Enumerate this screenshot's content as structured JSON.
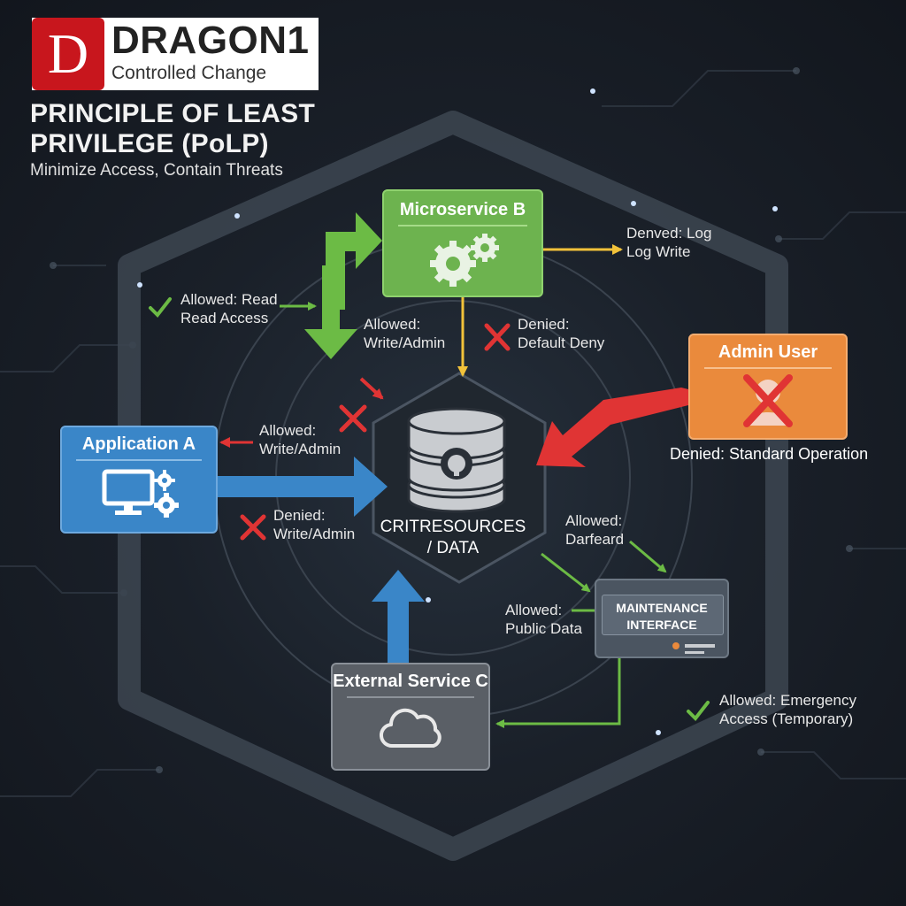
{
  "logo": {
    "badge_letter": "D",
    "brand": "DRAGON1",
    "tagline": "Controlled Change"
  },
  "header": {
    "title_line1": "PRINCIPLE OF LEAST",
    "title_line2": "PRIVILEGE (PoLP)",
    "subtitle": "Minimize Access, Contain Threats"
  },
  "center": {
    "line1": "CRITRESOURCES",
    "line2": "/ DATA"
  },
  "nodes": {
    "microservice_b": "Microservice B",
    "application_a": "Application A",
    "admin_user": "Admin User",
    "external_service_c": "External Service C",
    "maintenance_line1": "MAINTENANCE",
    "maintenance_line2": "INTERFACE"
  },
  "labels": {
    "read_line1": "Allowed: Read",
    "read_line2": "Read Access",
    "b_allowed_line1": "Allowed:",
    "b_allowed_line2": "Write/Admin",
    "b_denied_line1": "Denied:",
    "b_denied_line2": "Default Deny",
    "log_line1": "Denved: Log",
    "log_line2": "Log Write",
    "a_allowed_line1": "Allowed:",
    "a_allowed_line2": "Write/Admin",
    "a_denied_line1": "Denied:",
    "a_denied_line2": "Write/Admin",
    "admin_caption": "Denied: Standard Operation",
    "maint_allowed_line1": "Allowed:",
    "maint_allowed_line2": "Darfeard",
    "public_line1": "Allowed:",
    "public_line2": "Public Data",
    "emergency_line1": "Allowed: Emergency",
    "emergency_line2": "Access (Temporary)"
  },
  "colors": {
    "allowed": "#6cbb45",
    "denied": "#e03434",
    "log": "#f2c23a",
    "application": "#3a86c8",
    "microservice": "#6db34f",
    "admin": "#ea8a3c",
    "external": "#5a5f66"
  },
  "icons": [
    "database-icon",
    "gears-icon",
    "monitor-icon",
    "cloud-icon",
    "user-icon",
    "check-icon",
    "cross-icon"
  ]
}
